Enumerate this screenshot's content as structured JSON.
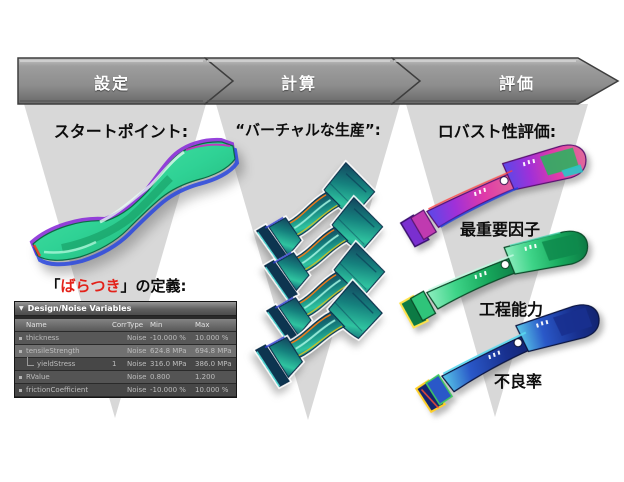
{
  "workflow": {
    "steps": [
      {
        "label": "設定"
      },
      {
        "label": "計算"
      },
      {
        "label": "評価"
      }
    ]
  },
  "columns": {
    "setup": {
      "heading": "スタートポイント:"
    },
    "compute": {
      "heading": "“バーチャルな生産”:"
    },
    "evaluate": {
      "heading": "ロバスト性評価:",
      "labels": {
        "factor": "最重要因子",
        "capability": "工程能力",
        "defect": "不良率"
      }
    }
  },
  "definition": {
    "open": "「",
    "term": "ばらつき",
    "close": "」の定義:"
  },
  "table": {
    "collapse_icon": "▼",
    "title": "Design/Noise Variables",
    "headers": {
      "name": "Name",
      "corr": "Corr",
      "type": "Type",
      "min": "Min",
      "max": "Max"
    },
    "rows": [
      {
        "name": "thickness",
        "corr": "",
        "type": "Noise",
        "min": "-10.000 %",
        "max": "10.000 %"
      },
      {
        "name": "tensileStrength",
        "corr": "",
        "type": "Noise",
        "min": "624.8 MPa",
        "max": "694.8 MPa"
      },
      {
        "name": "yieldStress",
        "corr": "1",
        "type": "Noise",
        "min": "316.0 MPa",
        "max": "386.0 MPa"
      },
      {
        "name": "RValue",
        "corr": "",
        "type": "Noise",
        "min": "0.800",
        "max": "1.200"
      },
      {
        "name": "frictionCoefficient",
        "corr": "",
        "type": "Noise",
        "min": "-10.000 %",
        "max": "10.000 %"
      }
    ]
  },
  "colors": {
    "term_red": "#e32119",
    "chevron_gray": "#8d8d8d",
    "funnel_gray": "#d8d8d8",
    "part_green": "#2fd295",
    "part_teal": "#1fae9a",
    "part_rainbow": "#d02fa8",
    "part_blue": "#1c2f9e"
  }
}
